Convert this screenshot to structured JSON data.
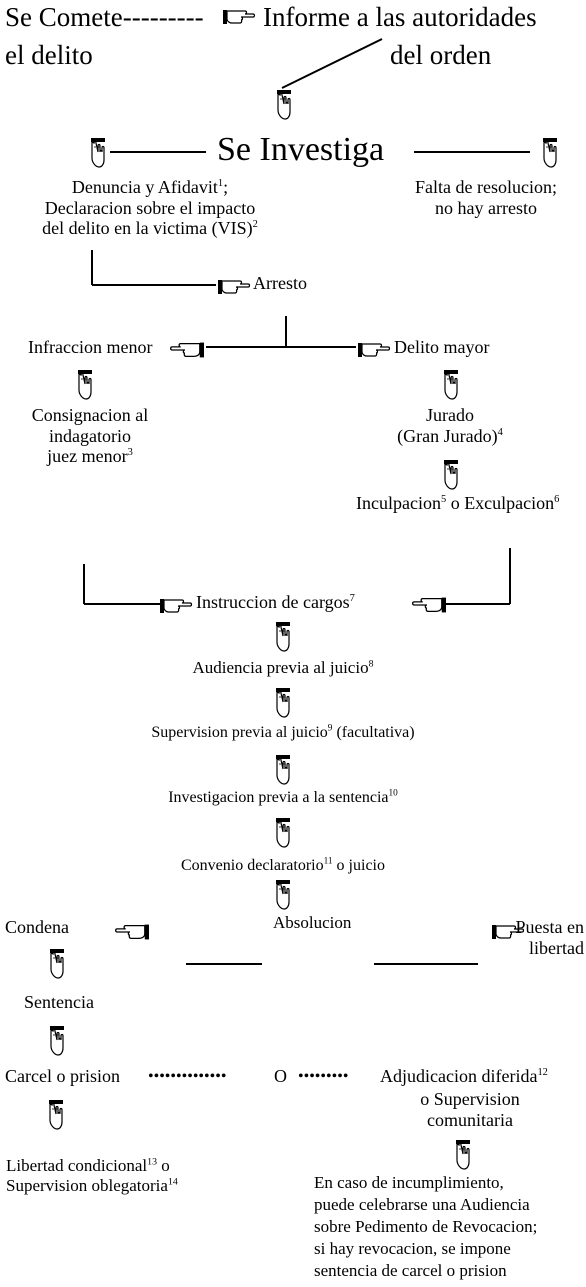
{
  "header": {
    "se_comete": "Se Comete---------",
    "informe": "Informe a las autoridades",
    "el_delito": "el delito",
    "del_orden": "del orden"
  },
  "se_investiga": "Se Investiga",
  "denuncia": {
    "line1": "Denuncia y Afidavit",
    "sup1": "1",
    "line1_end": ";",
    "line2": "Declaracion sobre el impacto",
    "line3": "del delito en la victima (VIS)",
    "sup2": "2"
  },
  "falta": {
    "line1": "Falta de resolucion;",
    "line2": "no hay arresto"
  },
  "arresto": "Arresto",
  "infraccion_menor": "Infraccion menor",
  "delito_mayor": "Delito mayor",
  "consignacion": {
    "line1": "Consignacion al",
    "line2": "indagatorio",
    "line3": "juez menor",
    "sup": "3"
  },
  "jurado": {
    "line1": "Jurado",
    "line2": "(Gran Jurado)",
    "sup": "4"
  },
  "inculpacion": {
    "a": "Inculpacion",
    "sup_a": "5",
    "o": " o Exculpacion",
    "sup_b": "6"
  },
  "instruccion": {
    "text": "Instruccion de cargos",
    "sup": "7"
  },
  "audiencia": {
    "text": "Audiencia previa al juicio",
    "sup": "8"
  },
  "supervision_previa": {
    "a": "Supervision previa al juicio",
    "sup": "9",
    "b": " (facultativa)"
  },
  "investigacion_previa": {
    "text": "Investigacion previa a la sentencia",
    "sup": "10"
  },
  "convenio": {
    "a": "Convenio declaratorio",
    "sup": "11",
    "b": " o juicio"
  },
  "condena": "Condena",
  "absolucion": "Absolucion",
  "puesta": {
    "line1": "Puesta en",
    "line2": "libertad"
  },
  "sentencia": "Sentencia",
  "carcel": "Carcel o prision",
  "o_sep": "O",
  "adjudicacion": {
    "line1": "Adjudicacion diferida",
    "sup": "12",
    "line2": "o Supervision",
    "line3": "comunitaria"
  },
  "libertad": {
    "a": "Libertad condicional",
    "sup_a": "13",
    "a_end": " o",
    "b": "Supervision oblegatoria",
    "sup_b": "14"
  },
  "incumplimiento": {
    "line1": "En caso de incumplimiento,",
    "line2": "puede celebrarse una Audiencia",
    "line3": "sobre Pedimento de Revocacion;",
    "line4": "si hay revocacion, se impone",
    "line5": "sentencia de carcel o prision"
  }
}
